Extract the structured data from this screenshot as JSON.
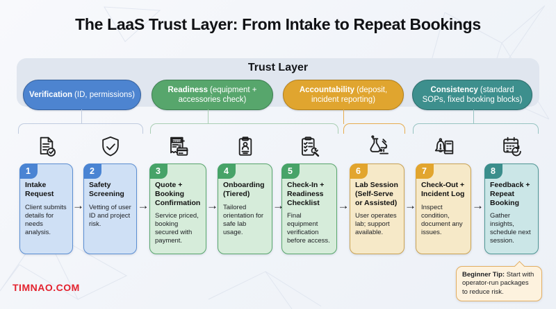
{
  "page": {
    "title": "The LaaS Trust Layer: From Intake to Repeat Bookings"
  },
  "trust_layer": {
    "heading": "Trust Layer",
    "pills": [
      {
        "name": "Verification",
        "detail": "(ID, permissions)",
        "color": "#4d84d0"
      },
      {
        "name": "Readiness",
        "detail": "(equipment + accessories check)",
        "color": "#57a66c"
      },
      {
        "name": "Accountability",
        "detail": "(deposit, incident reporting)",
        "color": "#e0a52f"
      },
      {
        "name": "Consistency",
        "detail": "(standard SOPs, fixed booking blocks)",
        "color": "#3d8f8d"
      }
    ]
  },
  "steps": [
    {
      "num": "1",
      "title": "Intake Request",
      "desc": "Client submits details for needs analysis.",
      "icon": "document-check-icon",
      "theme": "blue"
    },
    {
      "num": "2",
      "title": "Safety Screening",
      "desc": "Vetting of user ID and project risk.",
      "icon": "shield-check-icon",
      "theme": "blue"
    },
    {
      "num": "3",
      "title": "Quote + Booking Confirmation",
      "desc": "Service priced, booking secured with payment.",
      "icon": "invoice-payment-icon",
      "theme": "green"
    },
    {
      "num": "4",
      "title": "Onboarding (Tiered)",
      "desc": "Tailored orientation for safe lab usage.",
      "icon": "clipboard-user-icon",
      "theme": "green"
    },
    {
      "num": "5",
      "title": "Check-In + Readiness Checklist",
      "desc": "Final equipment verification before access.",
      "icon": "checklist-wrench-icon",
      "theme": "green"
    },
    {
      "num": "6",
      "title": "Lab Session (Self-Serve or Assisted)",
      "desc": "User operates lab; support available.",
      "icon": "lab-equipment-icon",
      "theme": "amber"
    },
    {
      "num": "7",
      "title": "Check-Out + Incident Log",
      "desc": "Inspect condition, document any issues.",
      "icon": "bell-log-icon",
      "theme": "amber"
    },
    {
      "num": "8",
      "title": "Feedback + Repeat Booking",
      "desc": "Gather insights, schedule next session.",
      "icon": "calendar-repeat-icon",
      "theme": "teal"
    }
  ],
  "flow": {
    "arrow": "→"
  },
  "tip": {
    "label": "Beginner Tip:",
    "text": " Start with operator-run packages to reduce risk."
  },
  "footer": {
    "brand": "TIMNAO.COM"
  },
  "colors": {
    "verification_blue": "#4d84d0",
    "readiness_green": "#57a66c",
    "accountability_amber": "#e0a52f",
    "consistency_teal": "#3d8f8d",
    "card_blue_bg": "#cfe0f5",
    "card_green_bg": "#d6ecda",
    "card_amber_bg": "#f6e9c8",
    "card_teal_bg": "#cbe6e7",
    "band_bg": "#e0e6ef",
    "brand_red": "#e3222e"
  }
}
